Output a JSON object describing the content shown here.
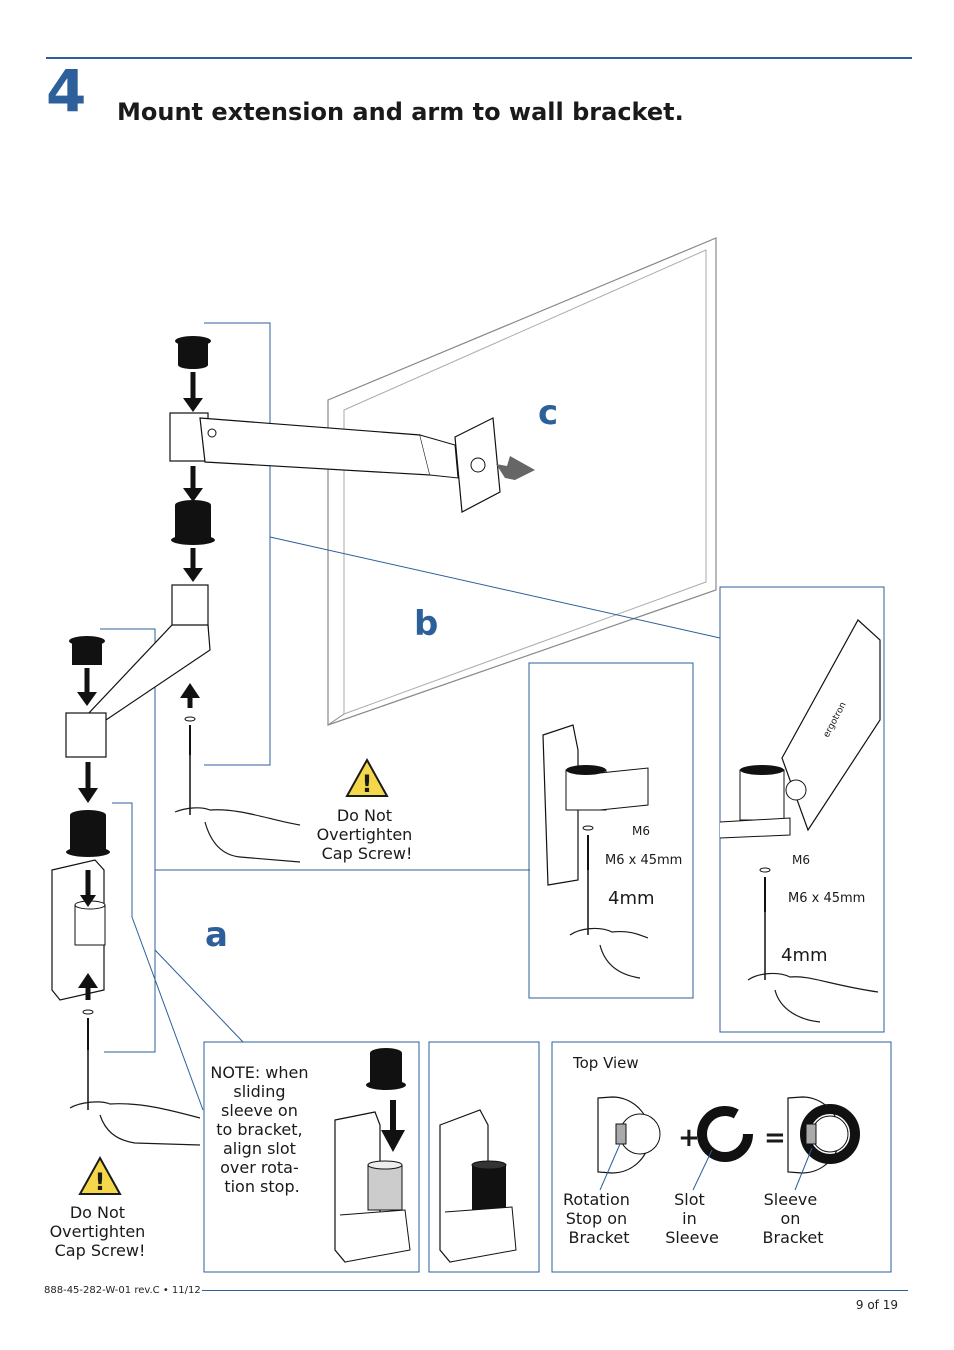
{
  "header": {
    "step_number": "4",
    "title": "Mount extension and arm to wall bracket."
  },
  "labels": {
    "a": "a",
    "b": "b",
    "c": "c"
  },
  "warnings": {
    "upper": [
      "Do Not",
      "Overtighten",
      "Cap Screw!"
    ],
    "lower": [
      "Do Not",
      "Overtighten",
      "Cap Screw!"
    ]
  },
  "detail_left": {
    "m6": "M6",
    "screw": "M6 x 45mm",
    "tool": "4mm"
  },
  "detail_right": {
    "m6": "M6",
    "screw": "M6 x 45mm",
    "tool": "4mm",
    "brand": "ergotron"
  },
  "note": {
    "text": [
      "NOTE: when",
      "sliding",
      "sleeve on",
      "to bracket,",
      "align slot",
      "over rota-",
      "tion stop."
    ]
  },
  "top_view": {
    "title": "Top View",
    "plus": "+",
    "equals": "=",
    "captions": [
      [
        "Rotation",
        "Stop on",
        "Bracket"
      ],
      [
        "Slot",
        "in",
        "Sleeve"
      ],
      [
        "Sleeve",
        "on",
        "Bracket"
      ]
    ]
  },
  "footer": {
    "doc_id": "888-45-282-W-01 rev.C • 11/12",
    "page": "9 of 19"
  },
  "colors": {
    "accent": "#2d5f9a",
    "ink": "#1a1a1a",
    "sleeve": "#111111"
  }
}
